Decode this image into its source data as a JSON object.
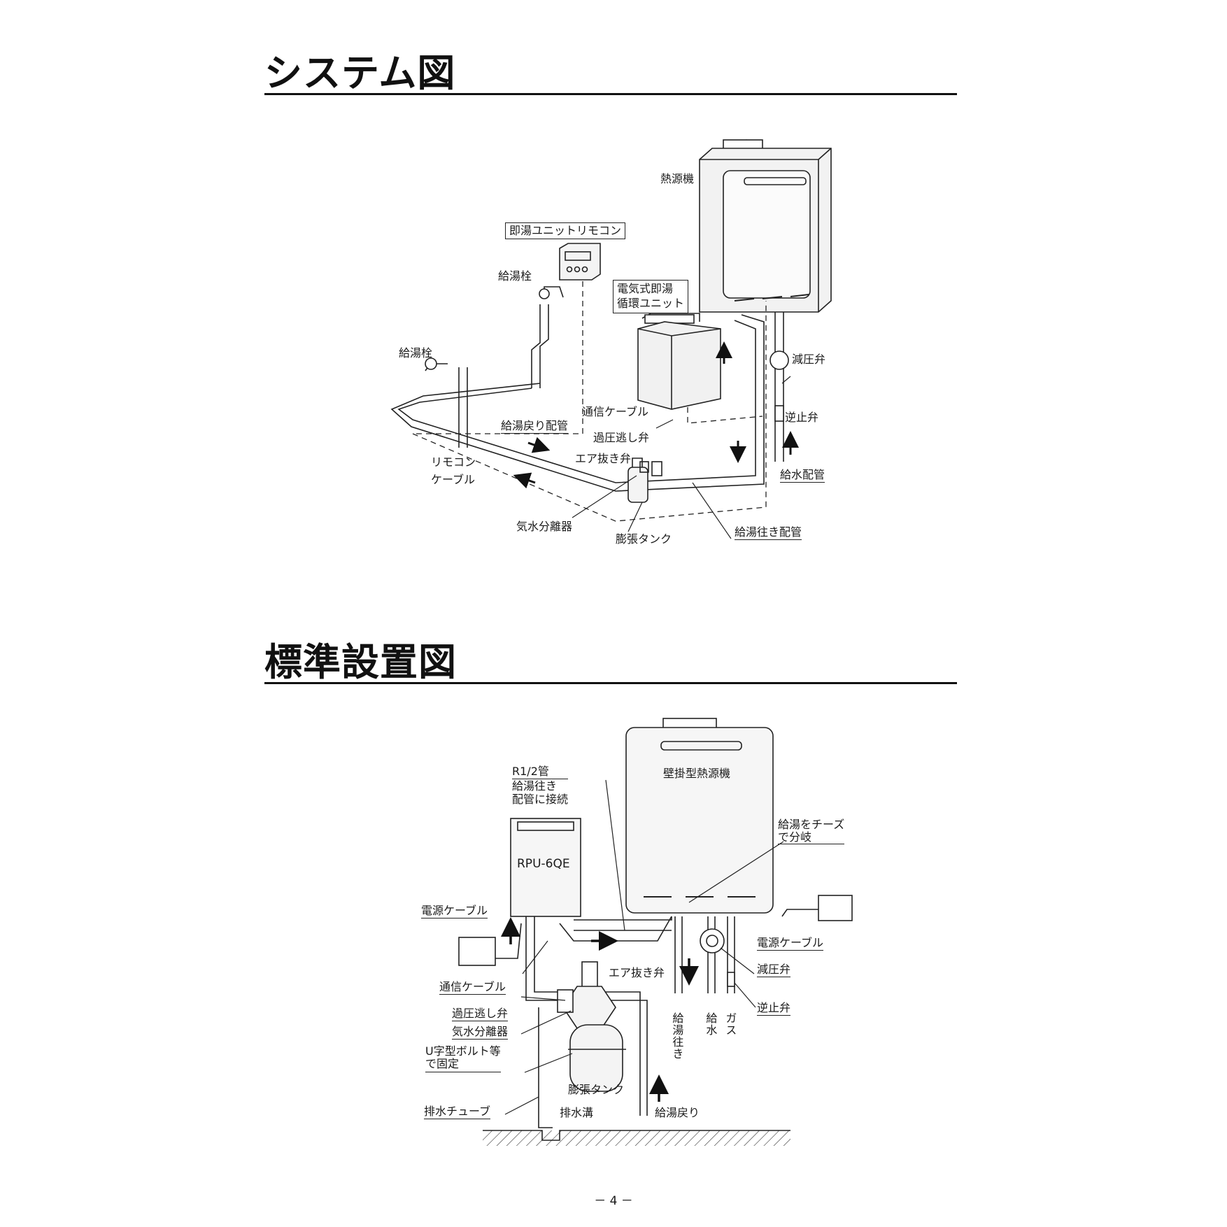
{
  "sections": {
    "system": {
      "title": "システム図"
    },
    "install": {
      "title": "標準設置図"
    }
  },
  "system_labels": {
    "heat_source": "熱源機",
    "remote": "即湯ユニットリモコン",
    "faucet1": "給湯栓",
    "faucet2": "給湯栓",
    "unit_line1": "電気式即湯",
    "unit_line2": "循環ユニット",
    "pressure_reducing": "減圧弁",
    "comm_cable": "通信ケーブル",
    "check_valve": "逆止弁",
    "return_pipe": "給湯戻り配管",
    "relief_valve": "過圧逃し弁",
    "air_vent": "エア抜き弁",
    "remote_cable_1": "リモコン",
    "remote_cable_2": "ケーブル",
    "water_supply_pipe": "給水配管",
    "separator": "気水分離器",
    "expansion_tank": "膨張タンク",
    "supply_pipe": "給湯往き配管"
  },
  "install_labels": {
    "r12_1": "R1/2管",
    "r12_2": "給湯往き",
    "r12_3": "配管に接続",
    "wall_heat_source": "壁掛型熱源機",
    "tee_1": "給湯をチーズ",
    "tee_2": "で分岐",
    "model": "RPU-6QE",
    "power_cable_left": "電源ケーブル",
    "power_cable_right": "電源ケーブル",
    "air_vent": "エア抜き弁",
    "pressure_reducing": "減圧弁",
    "comm_cable": "通信ケーブル",
    "relief_valve": "過圧逃し弁",
    "check_valve": "逆止弁",
    "separator": "気水分離器",
    "u_bolt_1": "U字型ボルト等",
    "u_bolt_2": "で固定",
    "hot_out": "給湯往き",
    "water": "給水",
    "gas": "ガス",
    "expansion_tank": "膨張タンク",
    "drain_tube": "排水チューブ",
    "drain_gutter": "排水溝",
    "hot_return": "給湯戻り"
  },
  "page_number": "－ 4 －"
}
